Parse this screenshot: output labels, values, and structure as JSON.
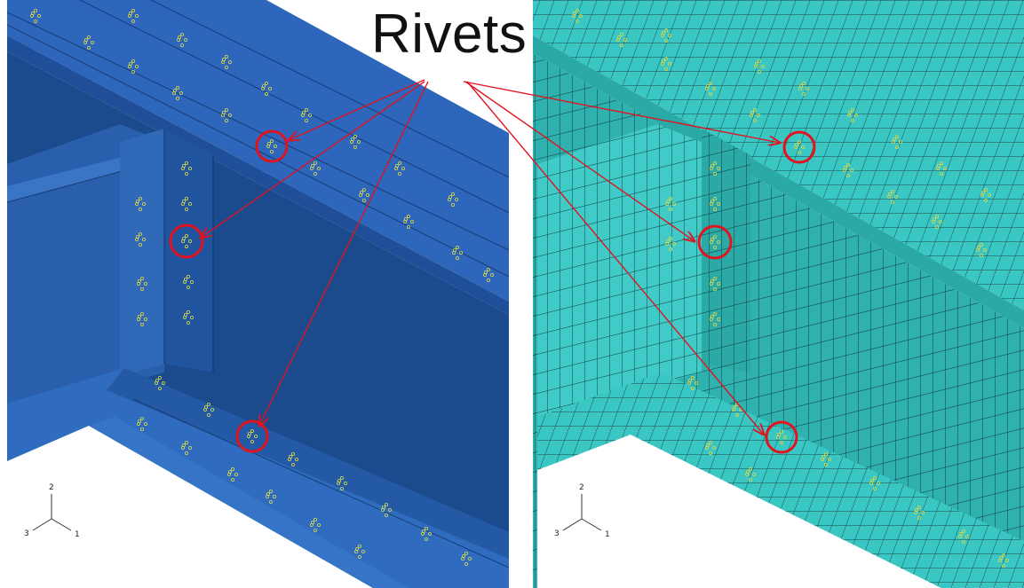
{
  "title": "Rivets",
  "triad": {
    "axis_2": "2",
    "axis_3": "3",
    "axis_1": "1"
  },
  "colors": {
    "left_model": "#2a62b6",
    "left_model_dark": "#1a4a8c",
    "right_mesh": "#35c3c0",
    "right_mesh_dark": "#1f8f8e",
    "annotation": "#e0131f",
    "rivet": "#d8d84a"
  },
  "views": [
    {
      "name": "geometry-view",
      "description_shown": false
    },
    {
      "name": "mesh-view",
      "description_shown": false
    }
  ]
}
